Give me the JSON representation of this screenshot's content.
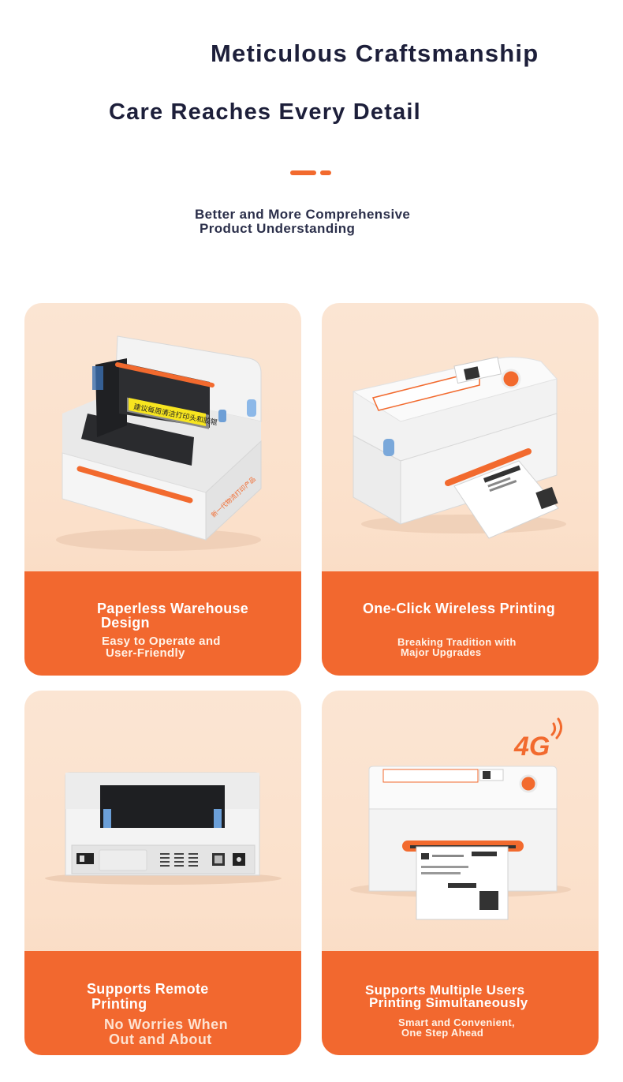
{
  "header": {
    "title_line1": "Meticulous Craftsmanship",
    "title_line2": "Care Reaches Every Detail",
    "subtitle_line1": "Better and More Comprehensive",
    "subtitle_line2": "Product Understanding"
  },
  "colors": {
    "accent": "#f2682f",
    "title": "#1d1f3a",
    "card_bg": "#fbe3cf"
  },
  "cards": [
    {
      "title_lines": [
        "Paperless Warehouse",
        "Design"
      ],
      "desc_lines": [
        "Easy to Operate and",
        "User-Friendly"
      ],
      "image": "printer-lid-open",
      "label_text": "建议每周清洁打印头和胶辊",
      "side_text": "新一代物流打印产品"
    },
    {
      "title_lines": [
        "One-Click Wireless Printing"
      ],
      "desc_lines": [
        "Breaking Tradition with",
        "Major Upgrades"
      ],
      "image": "printer-printing-label"
    },
    {
      "title_lines": [
        "Supports Remote",
        "Printing"
      ],
      "desc_lines": [
        "No Worries When",
        "Out and About"
      ],
      "image": "printer-rear-ports"
    },
    {
      "title_lines": [
        "Supports Multiple Users",
        "Printing Simultaneously"
      ],
      "desc_lines": [
        "Smart and Convenient,",
        "One Step Ahead"
      ],
      "image": "printer-4g",
      "badge": "4G"
    }
  ]
}
